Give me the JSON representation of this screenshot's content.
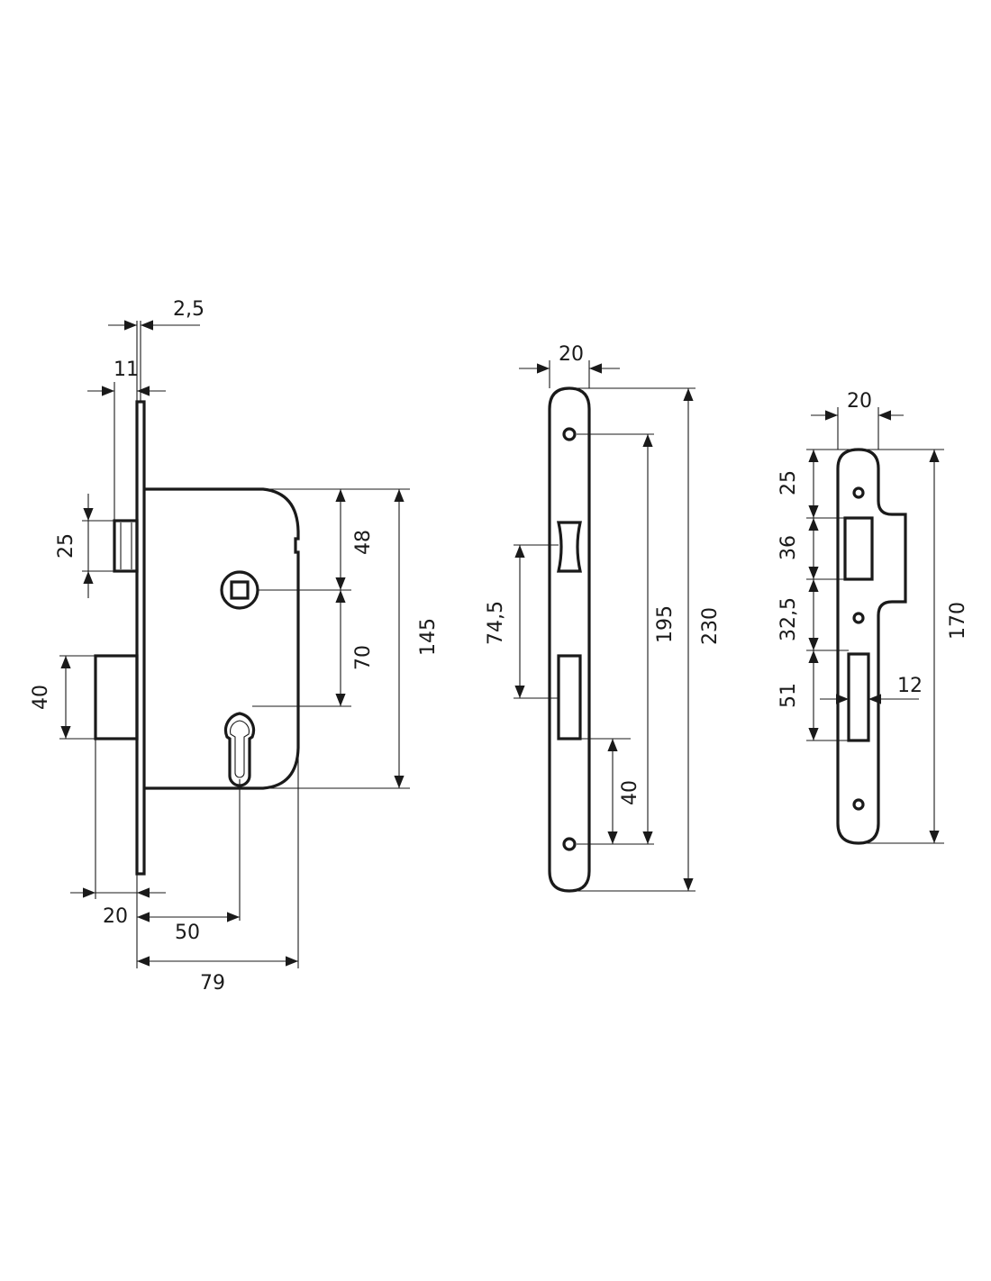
{
  "lock_body": {
    "dimensions": {
      "faceplate_thickness": "2,5",
      "latch_projection": "11",
      "latch_height": "25",
      "bolt_height": "40",
      "bolt_throw": "20",
      "backset": "50",
      "body_depth": "79",
      "top_to_follower": "48",
      "follower_to_cylinder": "70",
      "body_height": "145"
    }
  },
  "faceplate": {
    "dimensions": {
      "width": "20",
      "latch_to_bolt": "74,5",
      "screw_spacing": "195",
      "length": "230",
      "bolt_to_screw": "40"
    }
  },
  "strike_plate": {
    "dimensions": {
      "width": "20",
      "top_to_latch": "25",
      "latch_opening": "36",
      "latch_to_screw": "32,5",
      "bolt_opening": "51",
      "bolt_opening_width": "12",
      "length": "170"
    }
  }
}
